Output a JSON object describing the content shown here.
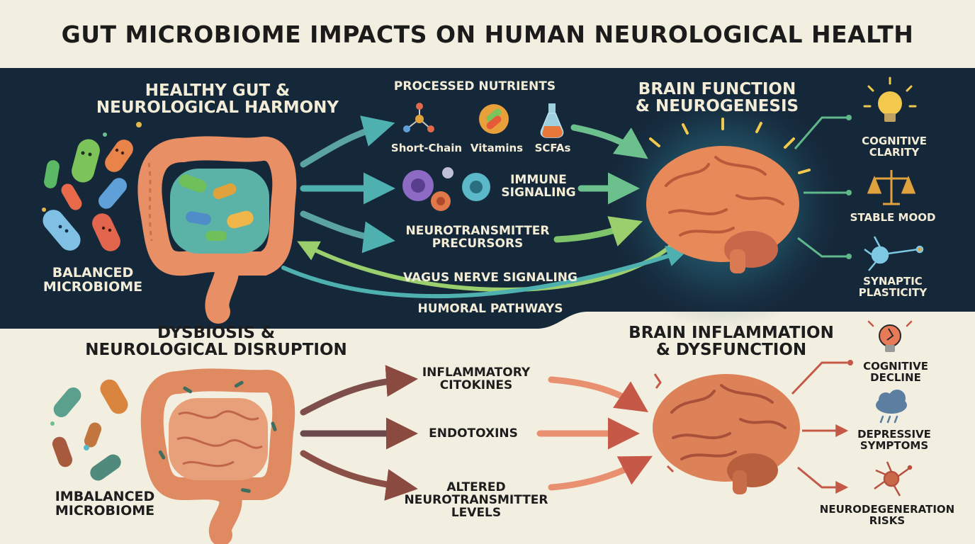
{
  "title": "GUT MICROBIOME IMPACTS ON HUMAN NEUROLOGICAL HEALTH",
  "colors": {
    "dark_panel": "#15283a",
    "light_panel": "#f2efe1",
    "healthy_arrow": "#5fb889",
    "disrupted_arrow": "#c0564a",
    "brain": "#e8895a",
    "gut": "#e88f66"
  },
  "healthy": {
    "heading": "HEALTHY GUT &\nNEUROLOGICAL HARMONY",
    "microbiome_label": "BALANCED\nMICROBIOME",
    "nutrients_heading": "PROCESSED NUTRIENTS",
    "nutrients": [
      "Short-Chain",
      "Vitamins",
      "SCFAs"
    ],
    "immune": "IMMUNE\nSIGNALING",
    "neurotransmitter": "NEUROTRANSMITTER\nPRECURSORS",
    "vagus": "VAGUS NERVE SIGNALING",
    "humoral": "HUMORAL PATHWAYS",
    "brain_heading": "BRAIN FUNCTION\n& NEUROGENESIS",
    "outcomes": [
      {
        "label": "COGNITIVE\nCLARITY",
        "icon": "lightbulb-icon"
      },
      {
        "label": "STABLE MOOD",
        "icon": "balance-scale-icon"
      },
      {
        "label": "SYNAPTIC\nPLASTICITY",
        "icon": "neuron-icon"
      }
    ]
  },
  "dysbiosis": {
    "heading": "DYSBIOSIS &\nNEUROLOGICAL DISRUPTION",
    "microbiome_label": "IMBALANCED\nMICROBIOME",
    "pathways": [
      "INFLAMMATORY\nCITOKINES",
      "ENDOTOXINS",
      "ALTERED\nNEUROTRANSMITTER\nLEVELS"
    ],
    "brain_heading": "BRAIN INFLAMMATION\n& DYSFUNCTION",
    "outcomes": [
      {
        "label": "COGNITIVE\nDECLINE",
        "icon": "broken-lightbulb-icon"
      },
      {
        "label": "DEPRESSIVE\nSYMPTOMS",
        "icon": "rain-cloud-icon"
      },
      {
        "label": "NEURODEGENERATION\nRISKS",
        "icon": "damaged-neuron-icon"
      }
    ]
  }
}
